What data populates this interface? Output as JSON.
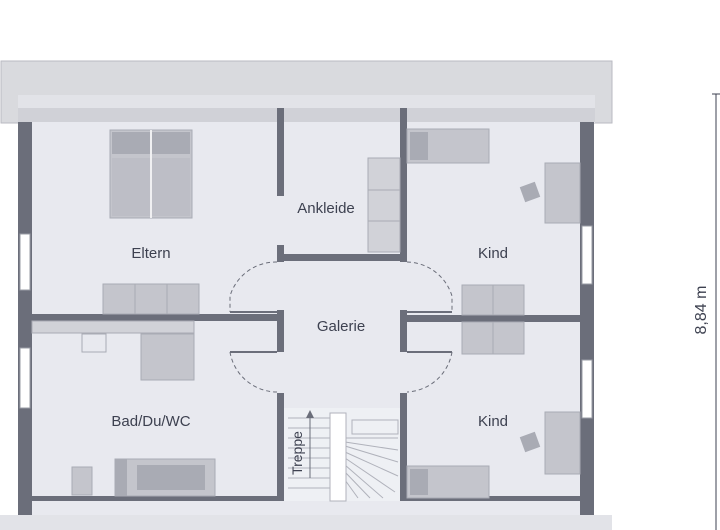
{
  "rooms": {
    "eltern": "Eltern",
    "ankleide": "Ankleide",
    "kind_top": "Kind",
    "galerie": "Galerie",
    "bad": "Bad/Du/WC",
    "kind_bottom": "Kind",
    "treppe": "Treppe"
  },
  "dimension": {
    "depth": "8,84 m"
  },
  "colors": {
    "floor": "#e8e9ef",
    "wall": "#6b6e7a",
    "roof": "#d9dade",
    "furniture": "#c4c5cc",
    "furniture_dark": "#a9abb4",
    "text": "#3d4150"
  }
}
